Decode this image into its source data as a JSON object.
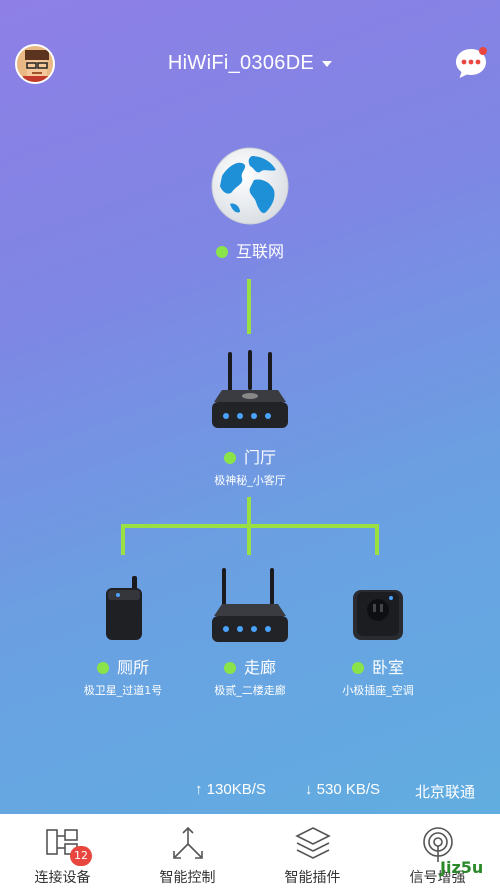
{
  "header": {
    "title": "HiWiFi_0306DE"
  },
  "topology": {
    "internet": {
      "label": "互联网"
    },
    "main_router": {
      "label": "门厅",
      "subtitle": "极神秘_小客厅"
    },
    "children": [
      {
        "label": "厕所",
        "subtitle": "极卫星_过道1号"
      },
      {
        "label": "走廊",
        "subtitle": "极贰_二楼走廊"
      },
      {
        "label": "卧室",
        "subtitle": "小极插座_空调"
      }
    ],
    "status_color": "#8be34a",
    "line_color": "#9ae043"
  },
  "status": {
    "upload": "↑ 130KB/S",
    "download": "↓ 530 KB/S",
    "isp": "北京联通"
  },
  "bottom_nav": {
    "items": [
      {
        "label": "连接设备",
        "icon": "connected-devices-icon",
        "badge": "12"
      },
      {
        "label": "智能控制",
        "icon": "smart-control-icon"
      },
      {
        "label": "智能插件",
        "icon": "plugins-icon"
      },
      {
        "label": "信号增强",
        "icon": "signal-icon"
      }
    ]
  },
  "watermark": "Jiz5u"
}
